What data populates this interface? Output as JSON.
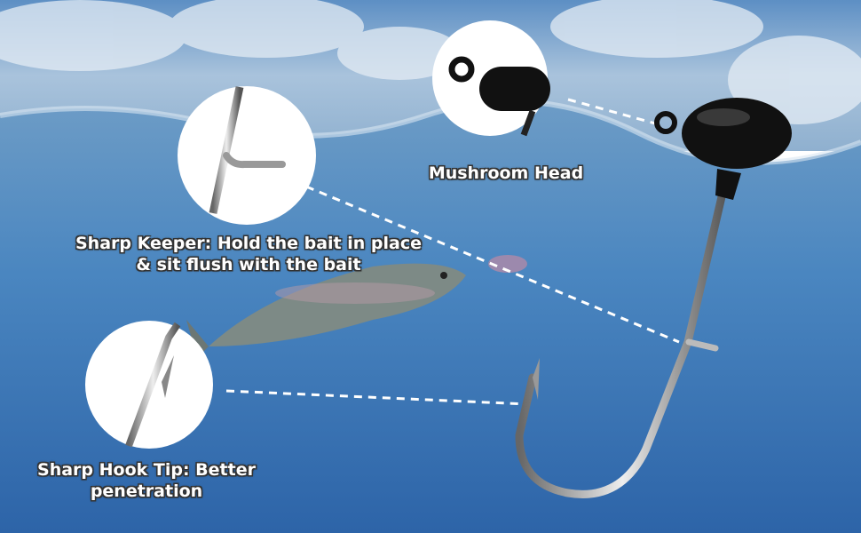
{
  "labels": {
    "mushroom_head": "Mushroom Head",
    "keeper_line1": "Sharp Keeper: Hold the bait in place",
    "keeper_line2": "& sit flush with the bait",
    "tip_line1": "Sharp Hook Tip: Better",
    "tip_line2": "penetration"
  },
  "colors": {
    "sky": "#6f9fcf",
    "water": "#3f7fbf",
    "hook_head": "#111111",
    "hook_steel": "#b8bcc0"
  }
}
